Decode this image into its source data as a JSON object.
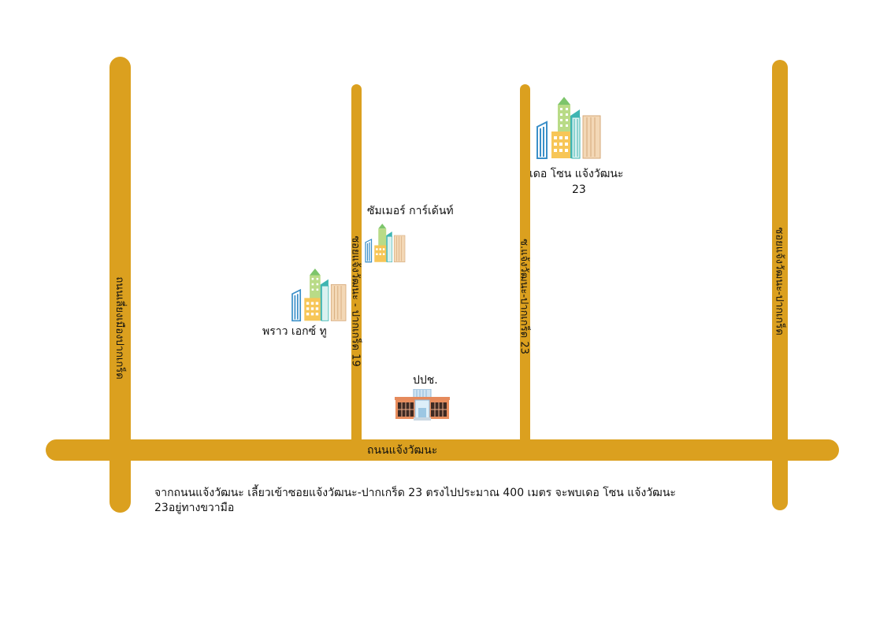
{
  "colors": {
    "road": "#DBA01F"
  },
  "roads": {
    "main_horizontal": "ถนนแจ้งวัฒนะ",
    "left_vertical": "ถนนเลี่ยงเมืองปากเกร็ด",
    "soi_19": "ซอยแจ้งวัฒนะ - ปากเกร็ด 19",
    "soi_23": "ซ.แจ้งวัฒนะ-ปากเกร็ด 23",
    "right_vertical": "ซอยแจ้งวัฒนะ-ปากเกร็ด"
  },
  "places": {
    "the_zone": {
      "line1": "เดอ โซน แจ้งวัฒนะ",
      "line2": "23",
      "icon": "buildings-icon"
    },
    "summer_garden": {
      "name": "ซัมเมอร์ การ์เด้นท์",
      "icon": "buildings-icon"
    },
    "prao_x2": {
      "name": "พราว เอกซ์ ทู",
      "icon": "buildings-icon"
    },
    "ppch": {
      "name": "ปปช.",
      "icon": "government-building-icon"
    }
  },
  "directions": {
    "line1": "จากถนนแจ้งวัฒนะ เลี้ยวเข้าซอยแจ้งวัฒนะ-ปากเกร็ด 23 ตรงไปประมาณ 400 เมตร จะพบเดอ โซน แจ้งวัฒนะ",
    "line2": "23อยู่ทางขวามือ"
  }
}
